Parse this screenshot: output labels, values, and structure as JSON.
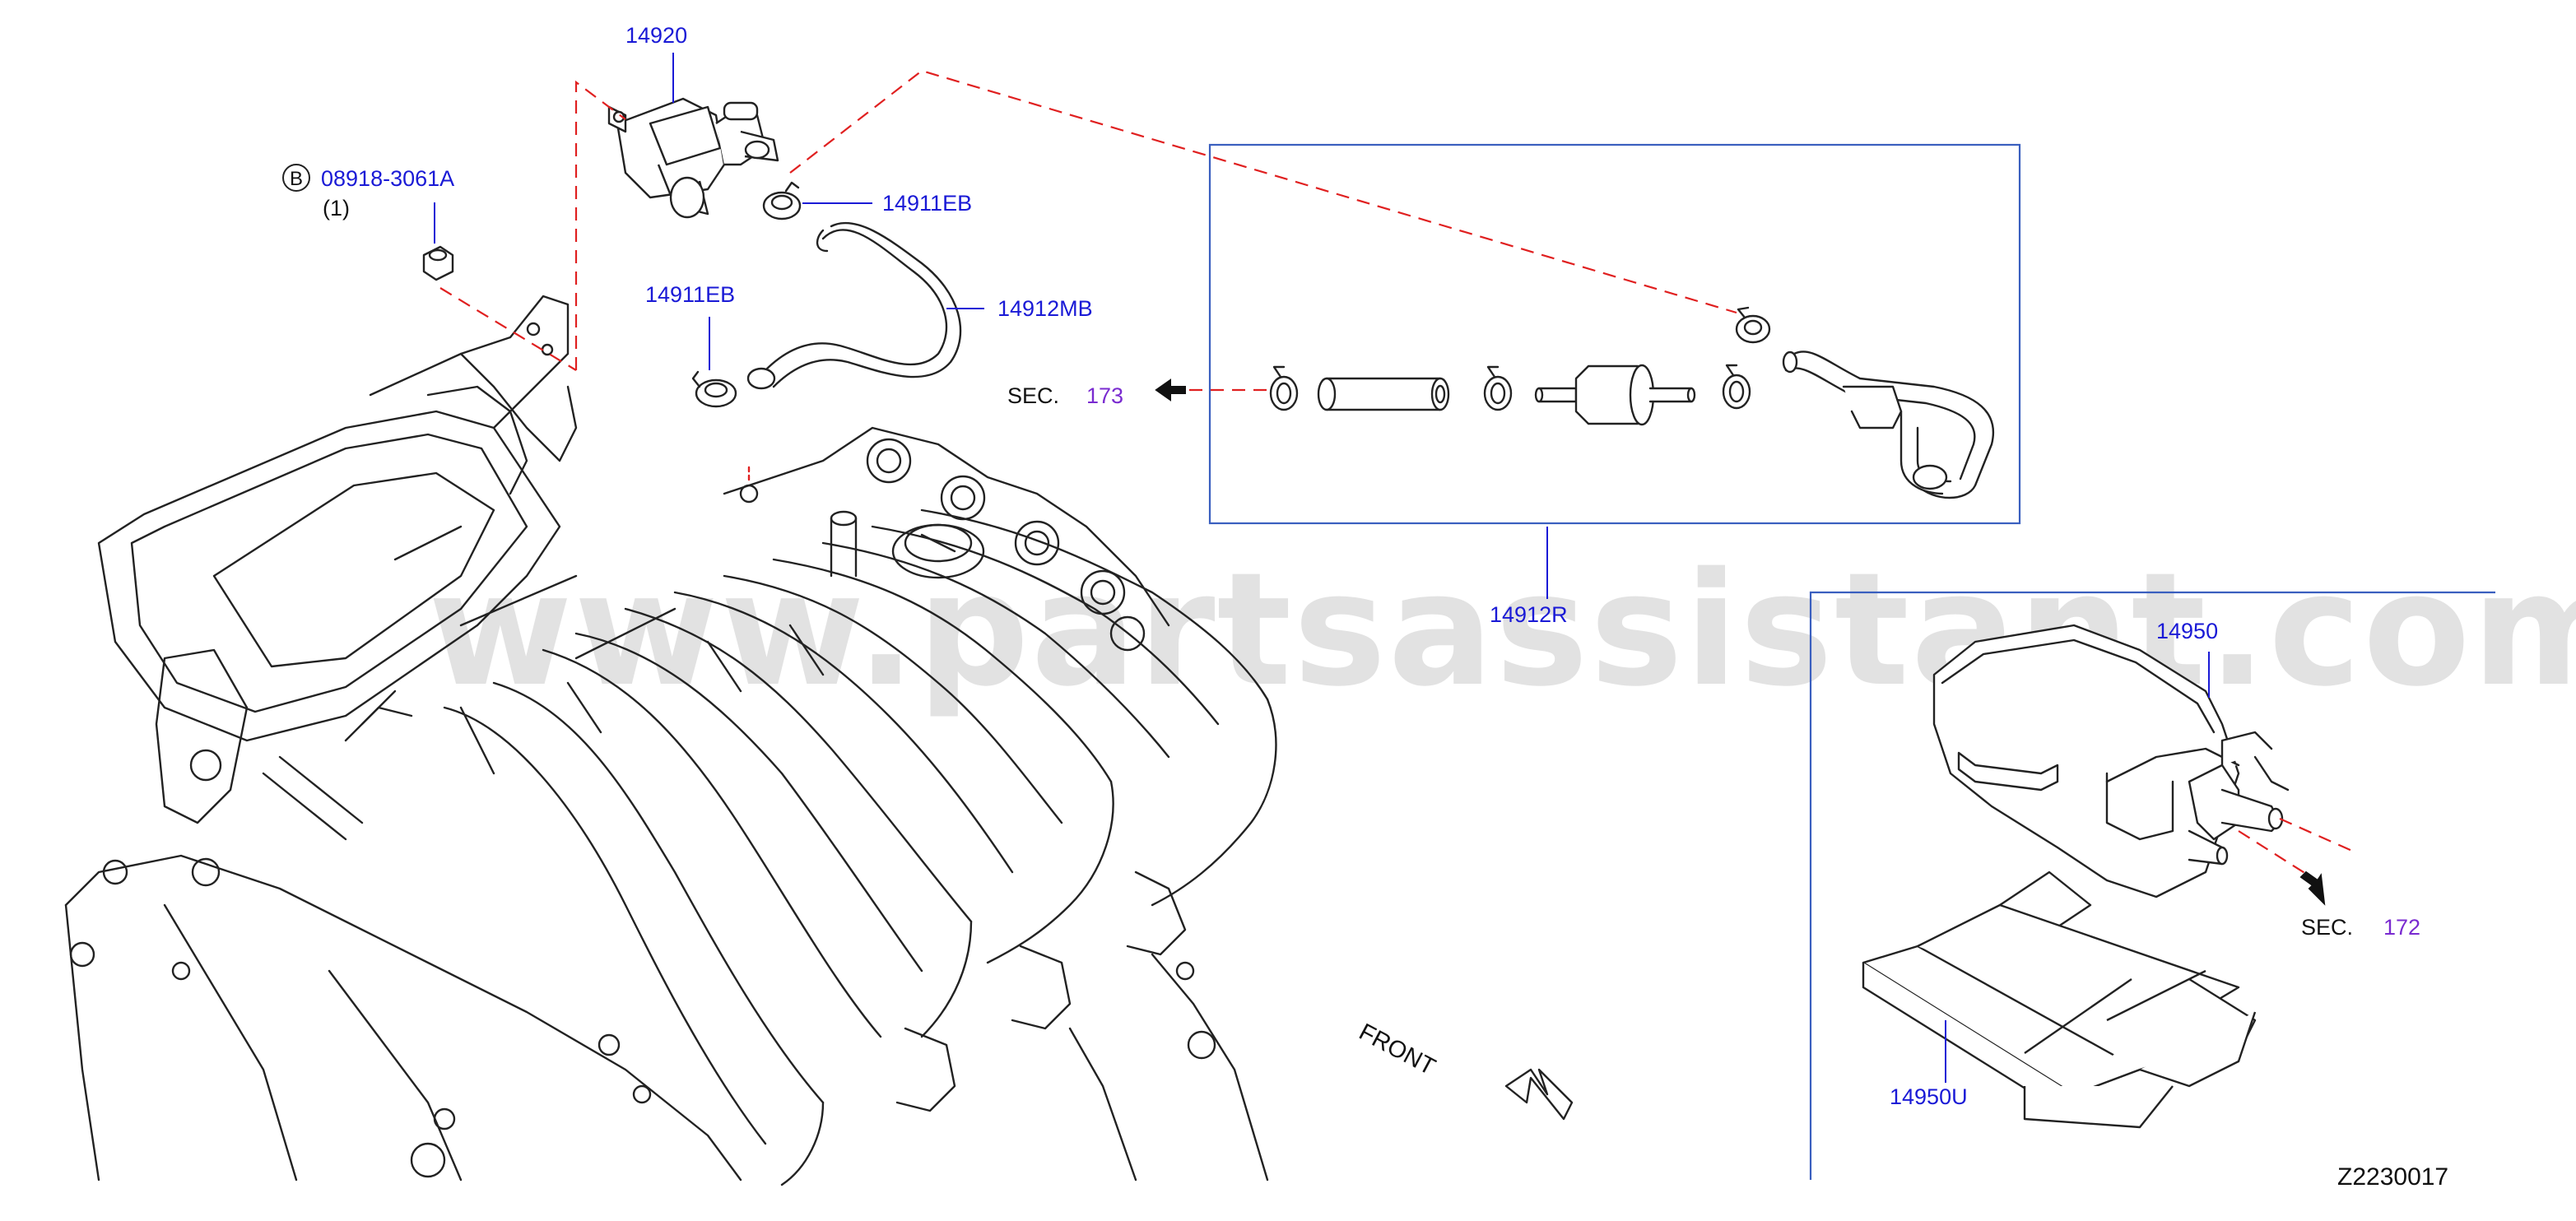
{
  "watermark": "www.partsassistant.com",
  "diagram_code": "Z2230017",
  "callouts": {
    "valve": "14920",
    "bolt_bubble": "B",
    "bolt": "08918-3061A",
    "bolt_qty": "(1)",
    "clamp_upper": "14911EB",
    "hose_mb": "14912MB",
    "clamp_lower": "14911EB",
    "hose_assy": "14912R",
    "canister": "14950",
    "bracket": "14950U",
    "front": "FRONT"
  },
  "sections": {
    "sec_prefix": "SEC.",
    "sec_left_num": "173",
    "sec_right_num": "172"
  },
  "colors": {
    "line": "#222222",
    "leader": "#1a1ad6",
    "box": "#3a5fbf",
    "dash": "#e02020",
    "part_number": "#1a1ad6",
    "section_number": "#7a2bd0"
  }
}
